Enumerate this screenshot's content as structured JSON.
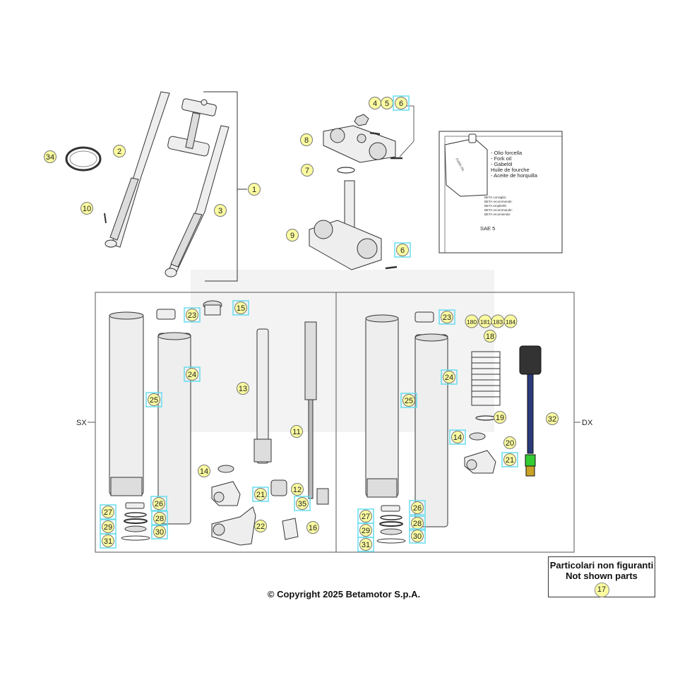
{
  "callouts": [
    {
      "n": "34",
      "hl": "y"
    },
    {
      "n": "2",
      "hl": "y"
    },
    {
      "n": "10",
      "hl": "y"
    },
    {
      "n": "3",
      "hl": "y"
    },
    {
      "n": "1",
      "hl": "y"
    },
    {
      "n": "4",
      "hl": "y"
    },
    {
      "n": "5",
      "hl": "y"
    },
    {
      "n": "6",
      "hl": "c"
    },
    {
      "n": "8",
      "hl": "y"
    },
    {
      "n": "7",
      "hl": "y"
    },
    {
      "n": "9",
      "hl": "y"
    },
    {
      "n": "6",
      "hl": "c"
    },
    {
      "n": "23",
      "hl": "c"
    },
    {
      "n": "15",
      "hl": "c"
    },
    {
      "n": "24",
      "hl": "c"
    },
    {
      "n": "25",
      "hl": "c"
    },
    {
      "n": "13",
      "hl": "y"
    },
    {
      "n": "11",
      "hl": "y"
    },
    {
      "n": "14",
      "hl": "y"
    },
    {
      "n": "21",
      "hl": "c"
    },
    {
      "n": "12",
      "hl": "y"
    },
    {
      "n": "35",
      "hl": "c"
    },
    {
      "n": "26",
      "hl": "c"
    },
    {
      "n": "27",
      "hl": "c"
    },
    {
      "n": "28",
      "hl": "c"
    },
    {
      "n": "29",
      "hl": "c"
    },
    {
      "n": "30",
      "hl": "c"
    },
    {
      "n": "31",
      "hl": "c"
    },
    {
      "n": "22",
      "hl": "y"
    },
    {
      "n": "16",
      "hl": "y"
    },
    {
      "n": "23",
      "hl": "c"
    },
    {
      "n": "180",
      "hl": "y"
    },
    {
      "n": "181",
      "hl": "y"
    },
    {
      "n": "183",
      "hl": "y"
    },
    {
      "n": "184",
      "hl": "y"
    },
    {
      "n": "18",
      "hl": "y"
    },
    {
      "n": "24",
      "hl": "c"
    },
    {
      "n": "25",
      "hl": "c"
    },
    {
      "n": "19",
      "hl": "y"
    },
    {
      "n": "32",
      "hl": "y"
    },
    {
      "n": "14",
      "hl": "c"
    },
    {
      "n": "20",
      "hl": "y"
    },
    {
      "n": "21",
      "hl": "c"
    },
    {
      "n": "27",
      "hl": "c"
    },
    {
      "n": "26",
      "hl": "c"
    },
    {
      "n": "28",
      "hl": "c"
    },
    {
      "n": "29",
      "hl": "c"
    },
    {
      "n": "30",
      "hl": "c"
    },
    {
      "n": "31",
      "hl": "c"
    }
  ],
  "side_labels": {
    "left": "SX",
    "right": "DX"
  },
  "oil_box": {
    "can_label": "FORK OIL",
    "lines": [
      "- Olio forcella",
      "- Fork oil",
      "- Gabelöl",
      "  Huile de fourche",
      "- Aceite de horquilla"
    ],
    "rec_lines": [
      "BETA consiglia:",
      "BETA recommends:",
      "BETA empfiehlt:",
      "BETA recommande:",
      "BETA recomienda:"
    ],
    "grade": "SAE 5"
  },
  "note": {
    "line1": "Particolari non figuranti",
    "line2": "Not shown parts",
    "number": "17"
  },
  "copyright": "© Copyright 2025 Betamotor S.p.A.",
  "colors": {
    "yellow": "#fbfba0",
    "cyan": "#66ddee",
    "outline": "#333333"
  }
}
